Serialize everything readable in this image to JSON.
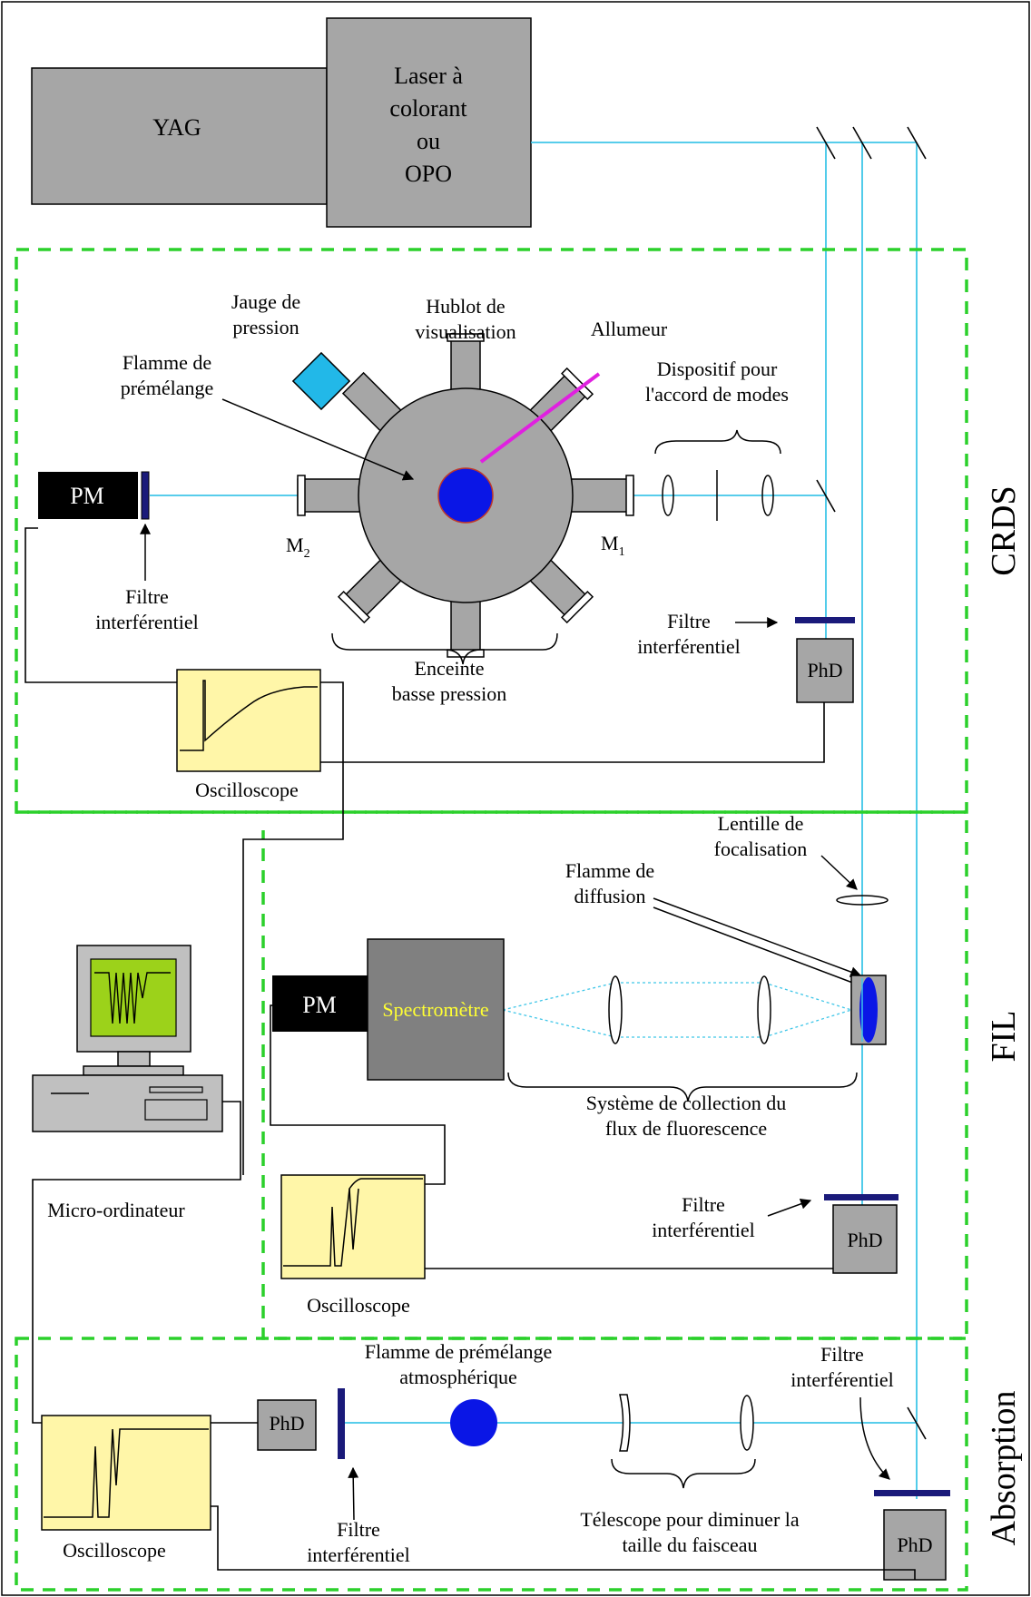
{
  "diagram": {
    "sections": {
      "crds": "CRDS",
      "fil": "FIL",
      "absorption": "Absorption"
    },
    "source": {
      "yag": "YAG",
      "laser_lines": [
        "Laser à",
        "colorant",
        "ou",
        "OPO"
      ]
    },
    "crds": {
      "pm": "PM",
      "filter_left": [
        "Filtre",
        "interférentiel"
      ],
      "jauge": [
        "Jauge de",
        "pression"
      ],
      "hublot": [
        "Hublot de",
        "visualisation"
      ],
      "allumeur": "Allumeur",
      "flamme": [
        "Flamme de",
        "prémélange"
      ],
      "dispositif": [
        "Dispositif pour",
        "l'accord de modes"
      ],
      "m2": "M",
      "m2_sub": "2",
      "m1": "M",
      "m1_sub": "1",
      "enceinte": [
        "Enceinte",
        "basse pression"
      ],
      "filter_right": [
        "Filtre",
        "interférentiel"
      ],
      "phd": "PhD",
      "oscilloscope": "Oscilloscope"
    },
    "fil": {
      "lentille": [
        "Lentille de",
        "focalisation"
      ],
      "flamme_diffusion": [
        "Flamme de",
        "diffusion"
      ],
      "pm": "PM",
      "spectrometre": "Spectromètre",
      "systeme": [
        "Système de collection du",
        "flux de fluorescence"
      ],
      "micro": "Micro-ordinateur",
      "filter": [
        "Filtre",
        "interférentiel"
      ],
      "phd": "PhD",
      "oscilloscope": "Oscilloscope"
    },
    "absorption": {
      "flamme": [
        "Flamme de prémélange",
        "atmosphérique"
      ],
      "phd_left": "PhD",
      "filter_left": [
        "Filtre",
        "interférentiel"
      ],
      "telescope": [
        "Télescope pour diminuer la",
        "taille du faisceau"
      ],
      "filter_right": [
        "Filtre",
        "interférentiel"
      ],
      "phd_right": "PhD",
      "oscilloscope": "Oscilloscope"
    },
    "colors": {
      "beam": "#3fc6e8",
      "zone_border": "#2bd02b",
      "scope_screen": "#fff6a8",
      "flame": "#0a16e6",
      "igniter": "#e020e0",
      "monitor_screen": "#9cd21a",
      "spectro_label": "#ffff33"
    }
  }
}
